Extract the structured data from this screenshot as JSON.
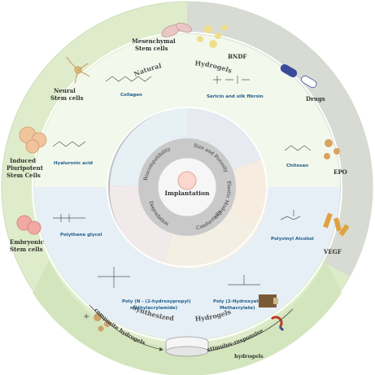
{
  "diagram": {
    "center": {
      "title": "Implantation"
    },
    "middle_ring": {
      "labels": [
        "Biocompatibility",
        "Size and Porosity",
        "Elastic Modulus",
        "Conductivity",
        "Degradation"
      ]
    },
    "hydrogel_ring": {
      "natural_word": "Natural",
      "natural_hydrogels": "Hydrogels",
      "synth_word": "Synthesized",
      "synth_hydrogels": "Hydrogels"
    },
    "polymers": {
      "collagen": "Collagen",
      "sericin": "Sericin and silk fibroin",
      "chitosan": "Chitosan",
      "hyaluronic": "Hyaluronic acid",
      "peg": "Polythene glycol",
      "pva": "Polyvinyl Alcohol",
      "phpma_1": "Poly (N - (2-hydroxypropyl)",
      "phpma_2": "methylacrylamide)",
      "phema_1": "Poly (2-Hydroxyethyl",
      "phema_2": "Methacrylate)"
    },
    "stem_cells": {
      "mesenchymal_1": "Mesenchymal",
      "mesenchymal_2": "Stem cells",
      "neural_1": "Neural",
      "neural_2": "Stem cells",
      "induced_1": "Induced",
      "induced_2": "Pluripotent",
      "induced_3": "Stem Cells",
      "embryonic_1": "Embryonic",
      "embryonic_2": "Stem cells"
    },
    "factors": {
      "bndf": "BNDF",
      "drugs": "Drugs",
      "epo": "EPO",
      "vegf": "VEGF"
    },
    "bottom": {
      "composite": "composite hydrogels",
      "stimulus": "stimulus-responsive",
      "stimulus_2": "hydrogels"
    }
  },
  "colors": {
    "outer_ring": "#dfeccb",
    "outer_ring_grey": "#d4d6d3",
    "hydrogel_natural": "#f1f6e9",
    "hydrogel_synth": "#e7f0f7",
    "middle_ring": "#bcbcbc",
    "center_fill": "#fbd7cf",
    "label_blue": "#1f5f8b",
    "text_dark": "#333333"
  }
}
